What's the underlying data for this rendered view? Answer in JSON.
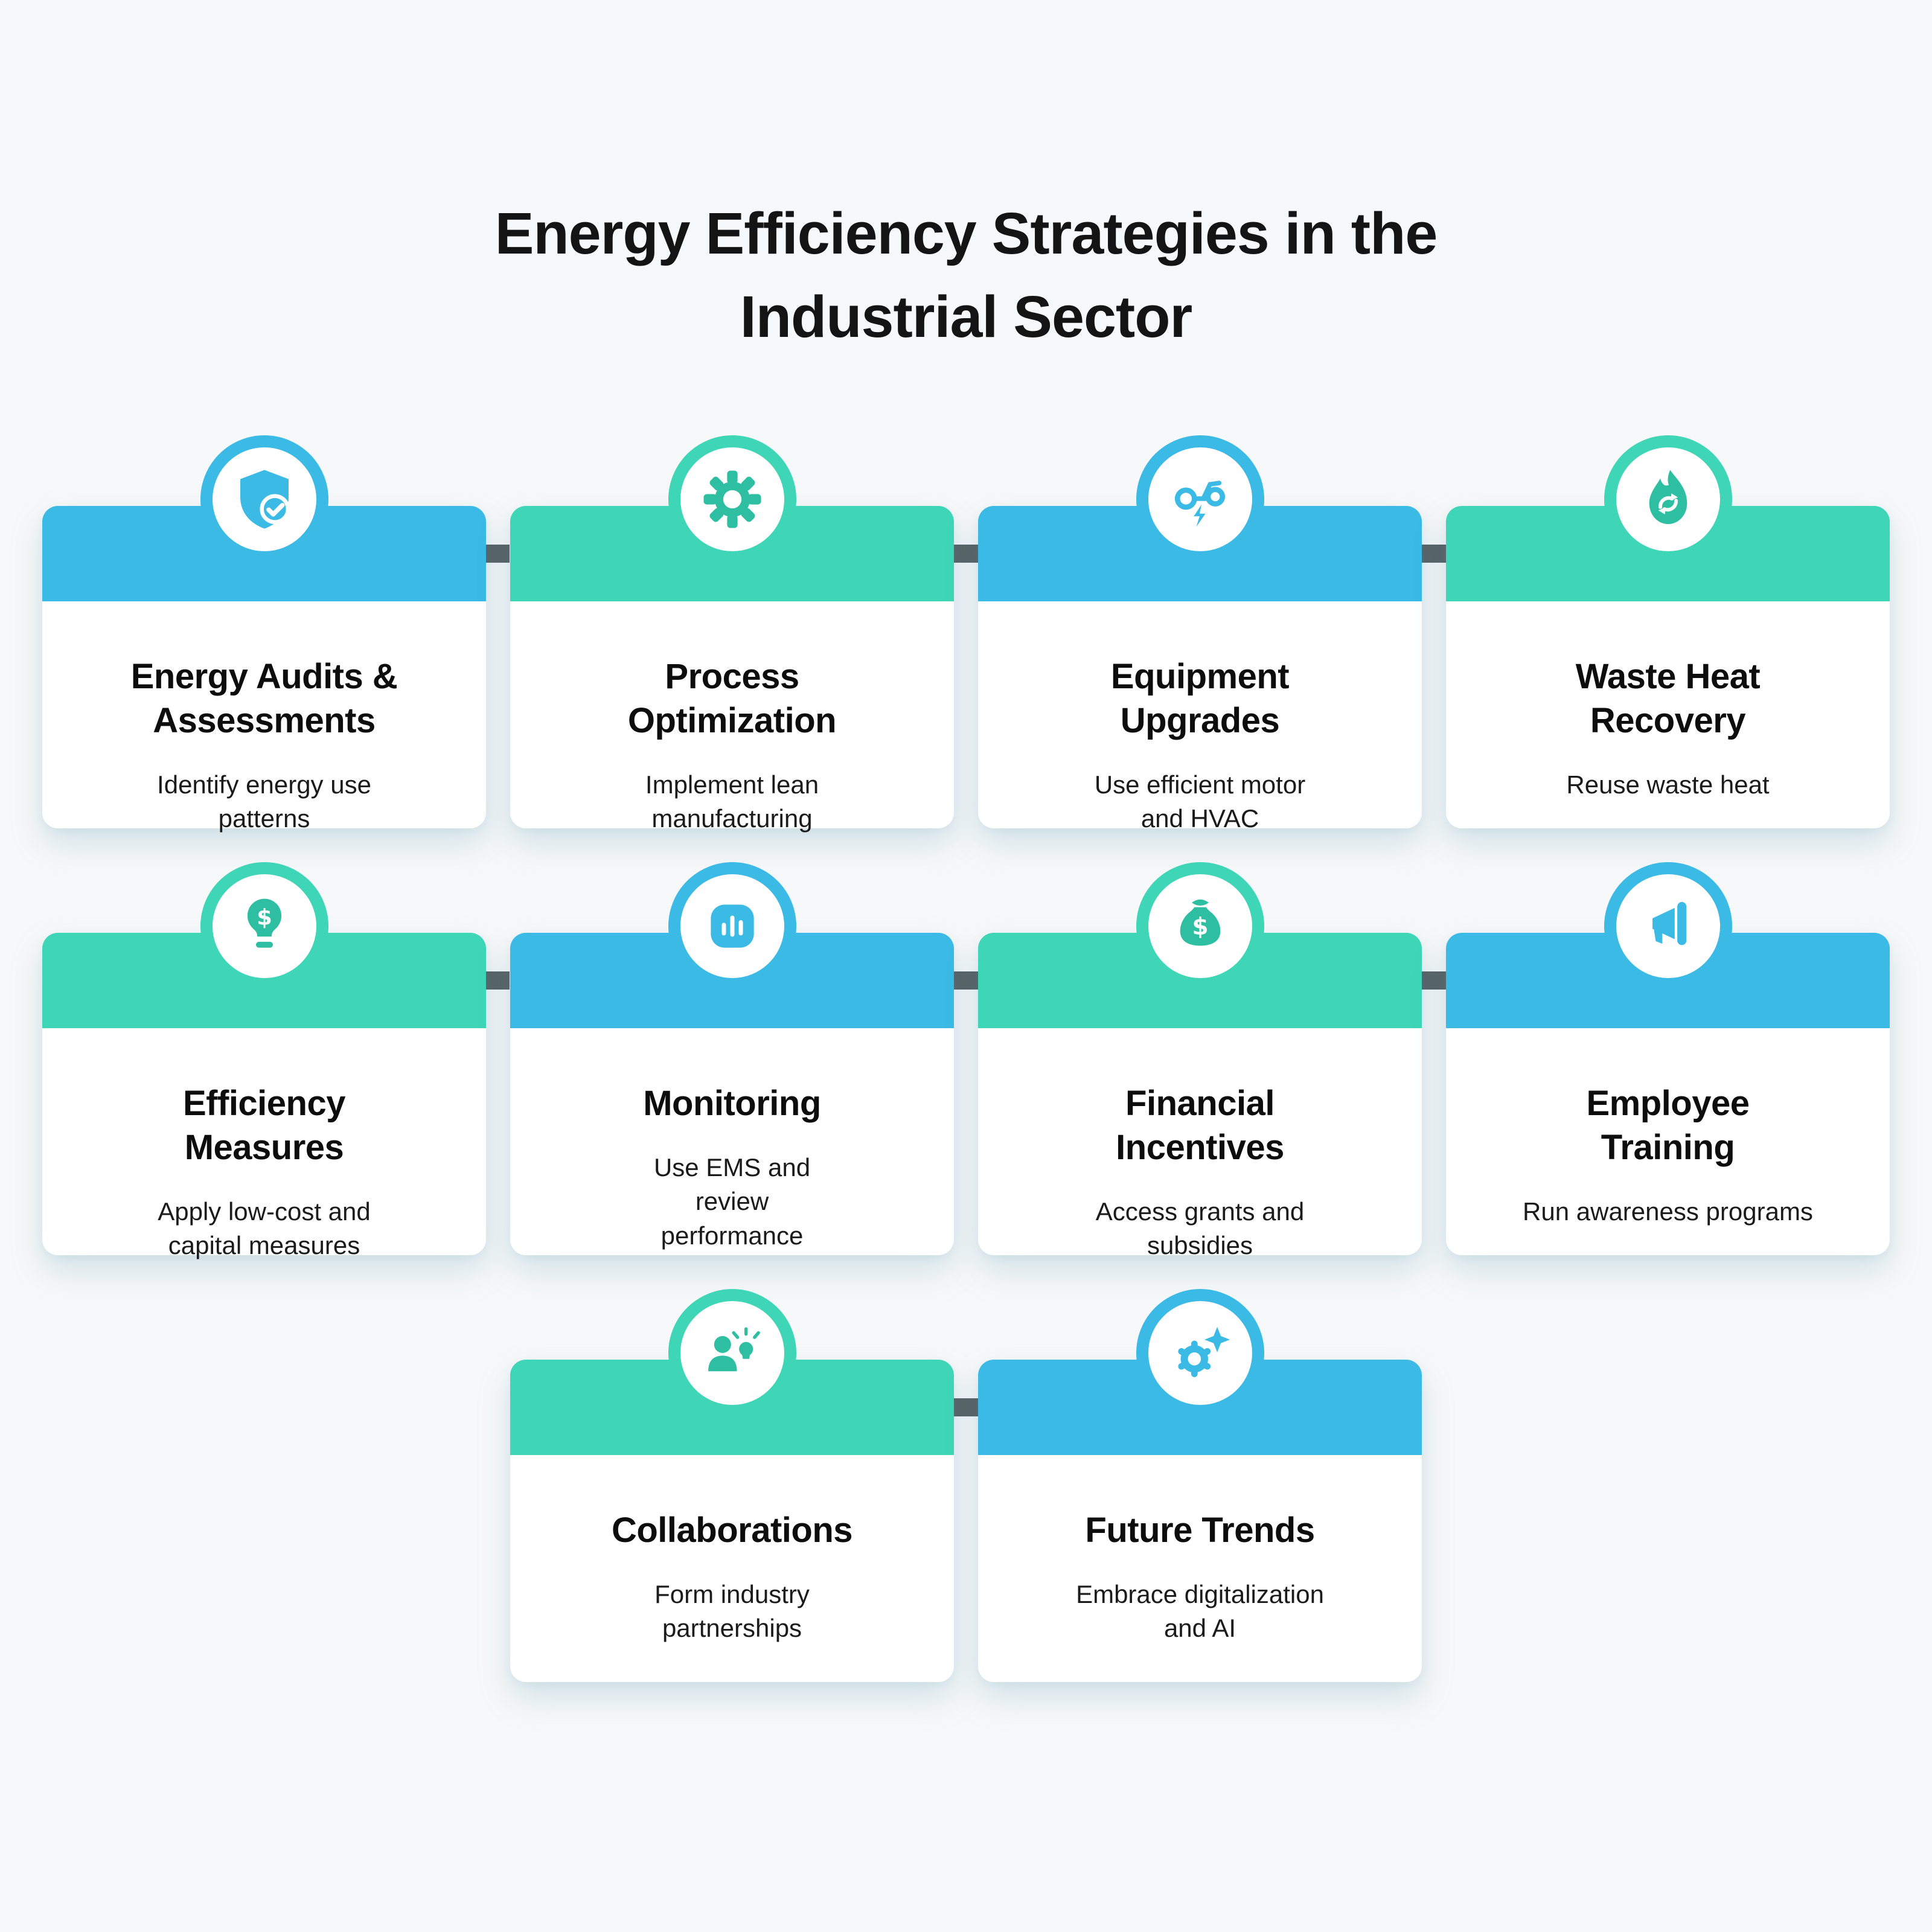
{
  "title": "Energy Efficiency Strategies in the\nIndustrial Sector",
  "palette": {
    "blue": "#3abae4",
    "teal": "#3fd5b7",
    "teal_icon": "#2ebfa2",
    "connector_gray": "#596063",
    "background": "#f7f8f9",
    "card_background": "#ffffff",
    "text_black": "#141414"
  },
  "cards": [
    {
      "title": "Energy Audits &\nAssessments",
      "description": "Identify energy use\npatterns",
      "color": "blue",
      "icon": "shield-check-icon"
    },
    {
      "title": "Process\nOptimization",
      "description": "Implement lean\nmanufacturing",
      "color": "teal",
      "icon": "gear-icon"
    },
    {
      "title": "Equipment\nUpgrades",
      "description": "Use efficient motor\nand HVAC",
      "color": "blue",
      "icon": "electric-bike-icon"
    },
    {
      "title": "Waste Heat\nRecovery",
      "description": "Reuse waste heat",
      "color": "teal",
      "icon": "flame-recycle-icon"
    },
    {
      "title": "Efficiency\nMeasures",
      "description": "Apply low-cost and\ncapital measures",
      "color": "teal",
      "icon": "bulb-dollar-icon"
    },
    {
      "title": "Monitoring",
      "description": "Use EMS and\nreview\nperformance",
      "color": "blue",
      "icon": "bar-chart-icon"
    },
    {
      "title": "Financial\nIncentives",
      "description": "Access grants and\nsubsidies",
      "color": "teal",
      "icon": "money-bag-icon"
    },
    {
      "title": "Employee\nTraining",
      "description": "Run awareness programs",
      "color": "blue",
      "icon": "megaphone-icon"
    },
    {
      "title": "Collaborations",
      "description": "Form industry\npartnerships",
      "color": "teal",
      "icon": "person-idea-icon"
    },
    {
      "title": "Future Trends",
      "description": "Embrace digitalization\nand AI",
      "color": "blue",
      "icon": "gear-sparkle-icon"
    }
  ]
}
